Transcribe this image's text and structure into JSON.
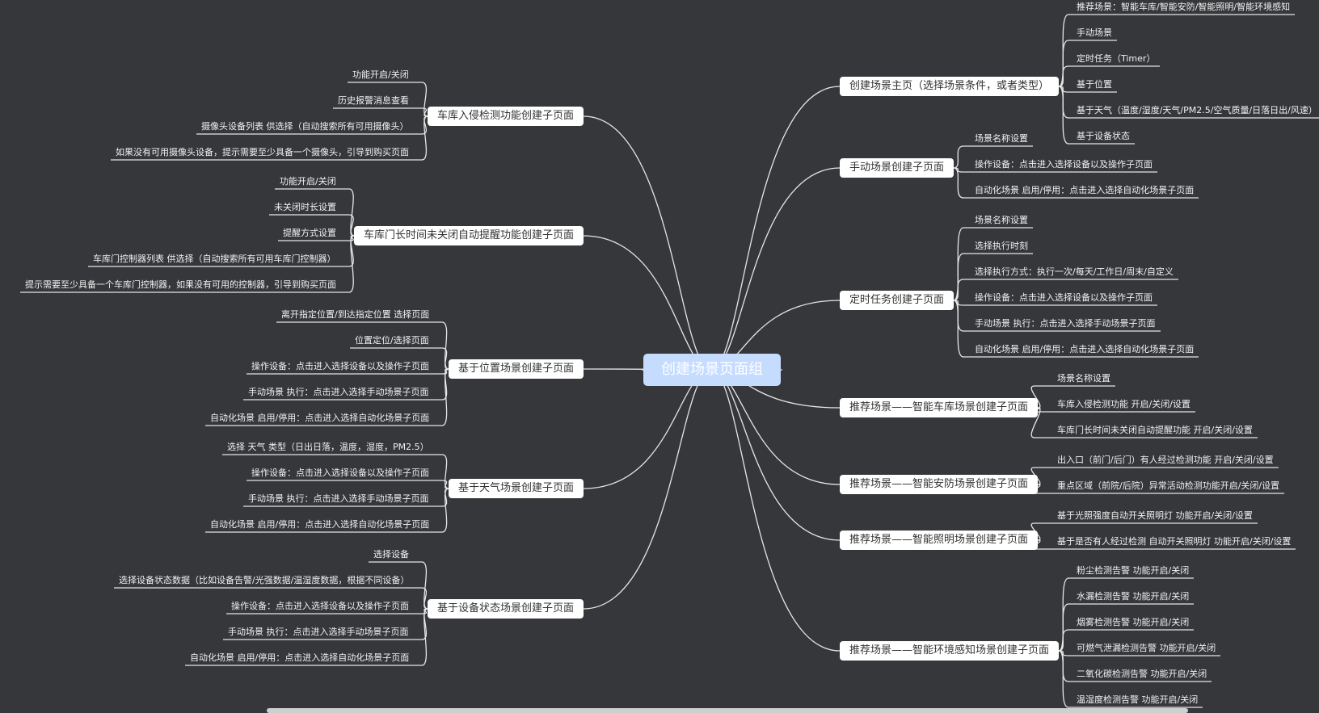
{
  "root": {
    "label": "创建场景页面组"
  },
  "right_branches": [
    {
      "label": "创建场景主页（选择场景条件，或者类型）",
      "children": [
        "推荐场景：智能车库/智能安防/智能照明/智能环境感知",
        "手动场景",
        "定时任务（Timer）",
        "基于位置",
        "基于天气（温度/湿度/天气/PM2.5/空气质量/日落日出/风速）",
        "基于设备状态"
      ]
    },
    {
      "label": "手动场景创建子页面",
      "children": [
        "场景名称设置",
        "操作设备：点击进入选择设备以及操作子页面",
        "自动化场景 启用/停用：点击进入选择自动化场景子页面"
      ]
    },
    {
      "label": "定时任务创建子页面",
      "children": [
        "场景名称设置",
        "选择执行时刻",
        "选择执行方式：执行一次/每天/工作日/周末/自定义",
        "操作设备：点击进入选择设备以及操作子页面",
        "手动场景 执行：点击进入选择手动场景子页面",
        "自动化场景 启用/停用：点击进入选择自动化场景子页面"
      ]
    },
    {
      "label": "推荐场景——智能车库场景创建子页面",
      "children": [
        "场景名称设置",
        "车库入侵检测功能 开启/关闭/设置",
        "车库门长时间未关闭自动提醒功能 开启/关闭/设置"
      ]
    },
    {
      "label": "推荐场景——智能安防场景创建子页面",
      "children": [
        "出入口（前门/后门）有人经过检测功能 开启/关闭/设置",
        "重点区域（前院/后院）异常活动检测功能开启/关闭/设置"
      ]
    },
    {
      "label": "推荐场景——智能照明场景创建子页面",
      "children": [
        "基于光照强度自动开关照明灯 功能开启/关闭/设置",
        "基于是否有人经过检测 自动开关照明灯 功能开启/关闭/设置"
      ]
    },
    {
      "label": "推荐场景——智能环境感知场景创建子页面",
      "children": [
        "粉尘检测告警 功能开启/关闭",
        "水漏检测告警 功能开启/关闭",
        "烟雾检测告警 功能开启/关闭",
        "可燃气泄漏检测告警 功能开启/关闭",
        "二氧化碳检测告警 功能开启/关闭",
        "温湿度检测告警 功能开启/关闭"
      ]
    }
  ],
  "left_branches": [
    {
      "label": "车库入侵检测功能创建子页面",
      "children": [
        "功能开启/关闭",
        "历史报警消息查看",
        "摄像头设备列表 供选择（自动搜索所有可用摄像头）",
        "如果没有可用摄像头设备，提示需要至少具备一个摄像头，引导到购买页面"
      ]
    },
    {
      "label": "车库门长时间未关闭自动提醒功能创建子页面",
      "children": [
        "功能开启/关闭",
        "未关闭时长设置",
        "提醒方式设置",
        "车库门控制器列表 供选择（自动搜索所有可用车库门控制器）",
        "提示需要至少具备一个车库门控制器，如果没有可用的控制器，引导到购买页面"
      ]
    },
    {
      "label": "基于位置场景创建子页面",
      "children": [
        "离开指定位置/到达指定位置 选择页面",
        "位置定位/选择页面",
        "操作设备：点击进入选择设备以及操作子页面",
        "手动场景 执行：点击进入选择手动场景子页面",
        "自动化场景 启用/停用：点击进入选择自动化场景子页面"
      ]
    },
    {
      "label": "基于天气场景创建子页面",
      "children": [
        "选择 天气 类型（日出日落，温度，湿度，PM2.5）",
        "操作设备：点击进入选择设备以及操作子页面",
        "手动场景 执行：点击进入选择手动场景子页面",
        "自动化场景 启用/停用：点击进入选择自动化场景子页面"
      ]
    },
    {
      "label": "基于设备状态场景创建子页面",
      "children": [
        "选择设备",
        "选择设备状态数据（比如设备告警/光强数据/温湿度数据，根据不同设备）",
        "操作设备：点击进入选择设备以及操作子页面",
        "手动场景 执行：点击进入选择手动场景子页面",
        "自动化场景 启用/停用：点击进入选择自动化场景子页面"
      ]
    }
  ],
  "colors": {
    "background": "#35373a",
    "root_fill": "#c5dcff",
    "node_fill": "#ffffff",
    "line": "#e6e6e6"
  }
}
